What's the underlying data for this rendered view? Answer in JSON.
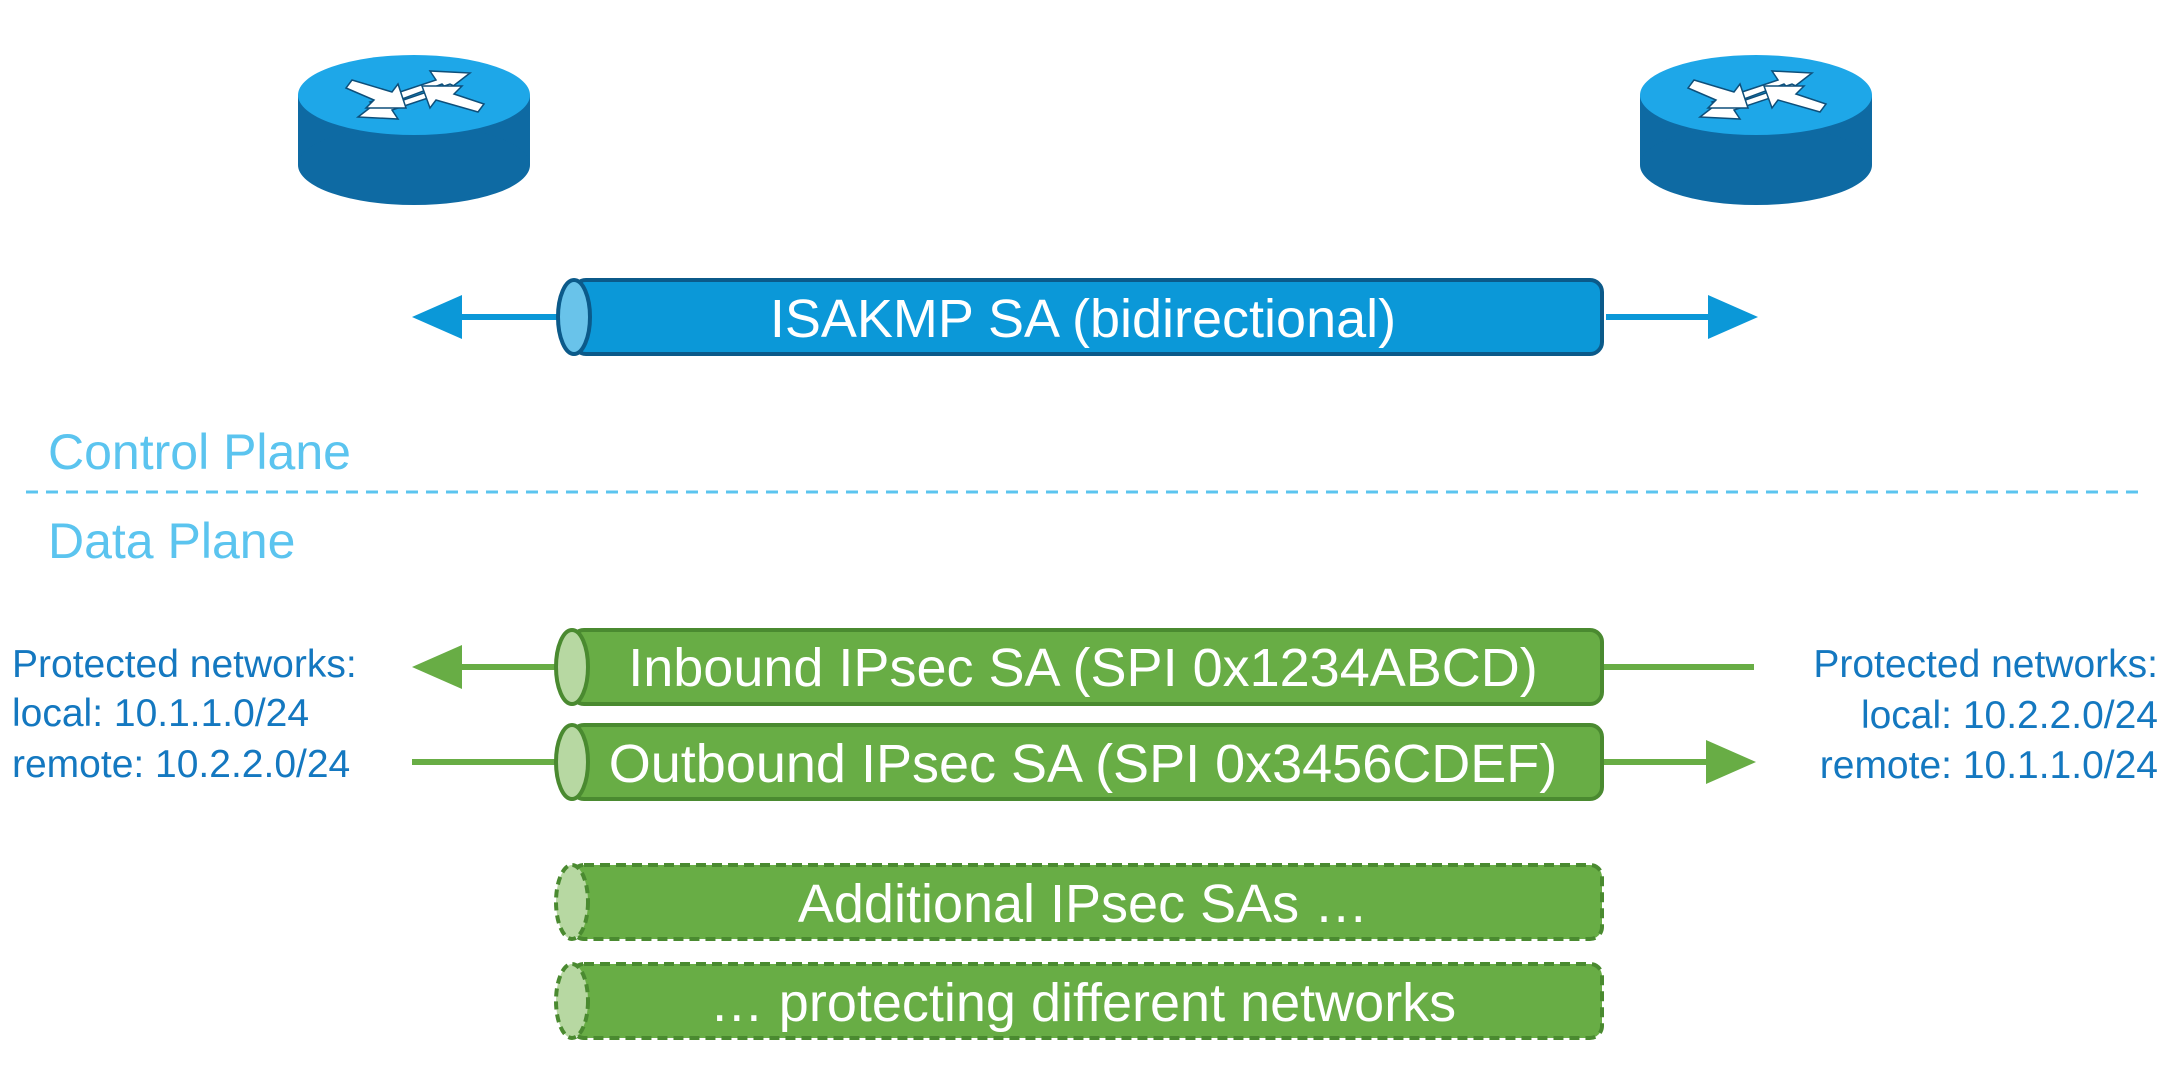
{
  "colors": {
    "isakmp_fill": "#0b98d8",
    "isakmp_stroke": "#0b5a8a",
    "isakmp_cap": "#69c3ea",
    "ipsec_fill": "#68ad45",
    "ipsec_stroke": "#4a8a30",
    "ipsec_cap": "#b7d8a2",
    "plane_text": "#5bc4ef",
    "network_text": "#1478c0",
    "router_top": "#1ea7e8",
    "router_side": "#0e6aa3"
  },
  "routers": [
    {
      "name": "left-router-icon",
      "icon": "router-icon"
    },
    {
      "name": "right-router-icon",
      "icon": "router-icon"
    }
  ],
  "isakmp": {
    "label": "ISAKMP SA (bidirectional)",
    "direction": "bidirectional"
  },
  "planes": {
    "control": "Control Plane",
    "data": "Data Plane"
  },
  "ipsec": {
    "inbound": {
      "label": "Inbound IPsec SA (SPI 0x1234ABCD)",
      "direction": "left"
    },
    "outbound": {
      "label": "Outbound IPsec SA (SPI 0x3456CDEF)",
      "direction": "right"
    },
    "additional": {
      "label": "Additional IPsec SAs …",
      "style": "dashed"
    },
    "protecting": {
      "label": "… protecting different networks",
      "style": "dashed"
    }
  },
  "networks": {
    "left": {
      "title": "Protected networks:",
      "local": "local: 10.1.1.0/24",
      "remote": "remote: 10.2.2.0/24"
    },
    "right": {
      "title": "Protected networks:",
      "local": "local: 10.2.2.0/24",
      "remote": "remote: 10.1.1.0/24"
    }
  }
}
